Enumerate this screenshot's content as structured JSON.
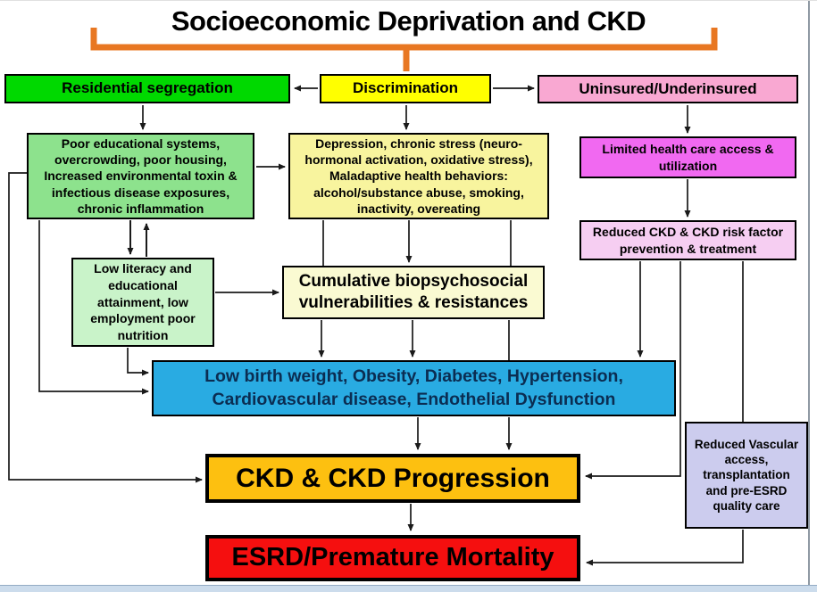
{
  "title": "Socioeconomic Deprivation and CKD",
  "colors": {
    "bracket": "#e87722",
    "line": "#1a1a1a",
    "risk_factors_text": "#0b2d52"
  },
  "nodes": {
    "residential": {
      "label": "Residential segregation",
      "color": "#00d900"
    },
    "discrimination": {
      "label": "Discrimination",
      "color": "#ffff00"
    },
    "uninsured": {
      "label": "Uninsured/Underinsured",
      "color": "#f9a8d2"
    },
    "poor_edu": {
      "label": "Poor educational systems, overcrowding, poor housing, Increased environmental toxin & infectious disease exposures, chronic inflammation",
      "color": "#8de28d"
    },
    "depression": {
      "label": "Depression, chronic stress (neuro-hormonal activation, oxidative stress), Maladaptive health behaviors: alcohol/substance abuse, smoking, inactivity, overeating",
      "color": "#f8f49e"
    },
    "limited": {
      "label": "Limited health care access & utilization",
      "color": "#f169f1"
    },
    "reduced_ckd": {
      "label": "Reduced CKD & CKD risk factor prevention & treatment",
      "color": "#f6cef2"
    },
    "low_literacy": {
      "label": "Low literacy and educational attainment, low employment poor nutrition",
      "color": "#c9f3c9"
    },
    "cumulative": {
      "label": "Cumulative biopsychosocial vulnerabilities & resistances",
      "color": "#fafad2"
    },
    "risk_factors": {
      "label": "Low birth weight, Obesity, Diabetes, Hypertension, Cardiovascular disease, Endothelial Dysfunction",
      "color": "#29abe2"
    },
    "ckd_progression": {
      "label": "CKD & CKD Progression",
      "color": "#fdc010"
    },
    "esrd": {
      "label": "ESRD/Premature Mortality",
      "color": "#f50f0f"
    },
    "vascular": {
      "label": "Reduced Vascular access, transplantation and pre-ESRD quality care",
      "color": "#ccccee"
    }
  }
}
